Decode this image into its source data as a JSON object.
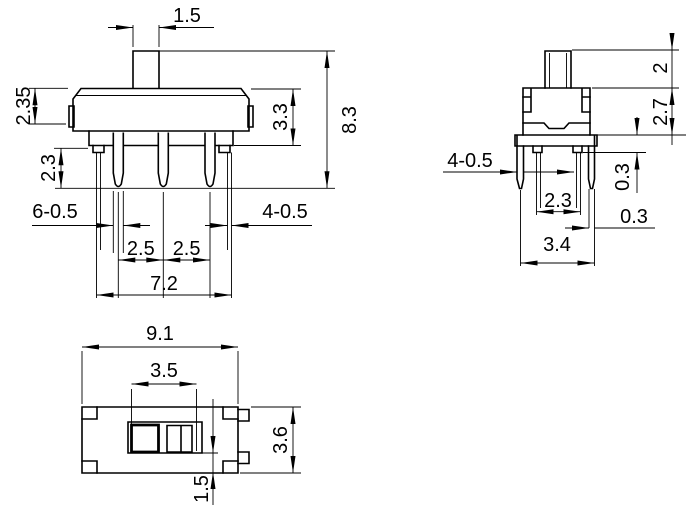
{
  "colors": {
    "line": "#000000",
    "background": "#ffffff"
  },
  "front": {
    "dims": {
      "knob_width": "1.5",
      "cover_height": "2.35",
      "pin_length": "2.3",
      "body_height": "3.3",
      "total_height": "8.3",
      "callout_left": "6-0.5",
      "callout_right": "4-0.5",
      "pitch_left": "2.5",
      "pitch_right": "2.5",
      "pin_span": "7.2"
    }
  },
  "side": {
    "dims": {
      "knob_height": "2",
      "body_height": "2.7",
      "pin_callout": "4-0.5",
      "pin_spacing": "2.3",
      "standoff": "0.3",
      "leg_width": "0.3",
      "base_width": "3.4"
    }
  },
  "bottom": {
    "dims": {
      "overall_length": "9.1",
      "slot_length": "3.5",
      "overall_width": "3.6",
      "knob_width": "1.5"
    }
  }
}
